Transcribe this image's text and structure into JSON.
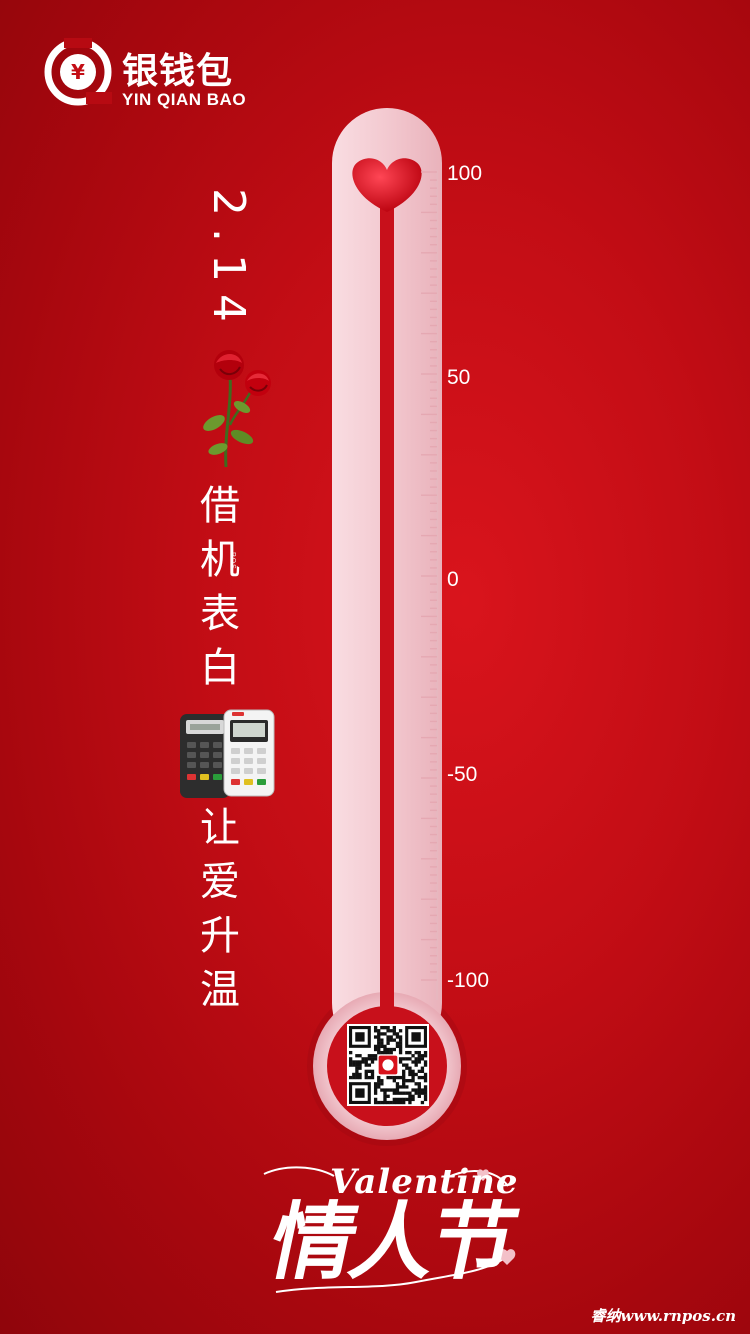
{
  "brand": {
    "name_cn": "银钱包",
    "name_en": "YIN QIAN BAO",
    "currency_symbol": "¥"
  },
  "date_text": "2.14",
  "slogan": {
    "line1": "借机表白",
    "pos_tag": "POS",
    "line2": "让爱升温"
  },
  "thermometer": {
    "labels": [
      "100",
      "50",
      "0",
      "-50",
      "-100"
    ],
    "level": 100
  },
  "title": {
    "english": "Valentine",
    "chinese": "情人节"
  },
  "watermark": "睿纳www.rnpos.cn",
  "colors": {
    "background": "#c30d15",
    "tube": "#f6d0d6",
    "mercury": "#c8101b",
    "text": "#ffffff"
  }
}
